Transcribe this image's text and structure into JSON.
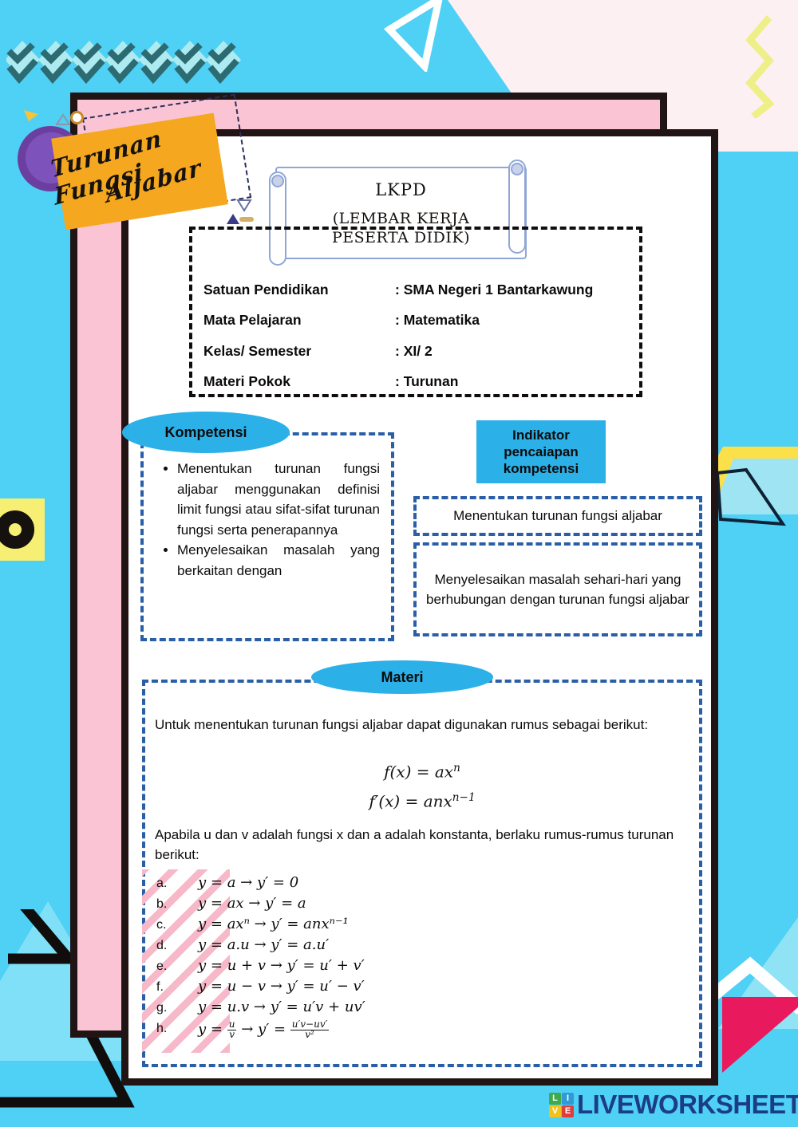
{
  "colors": {
    "background": "#4fd0f5",
    "card_pink": "#fbc4d4",
    "accent_blue": "#2bb0e8",
    "dashed_blue": "#2a5fa8",
    "sticker_orange": "#f5a81f",
    "purple": "#6b3fa0",
    "crimson": "#e8195c",
    "yellow": "#fbe04a",
    "logo_blue": "#1b3d87"
  },
  "sticker": {
    "line1": "Turunan Fungsi",
    "line2": "Aljabar"
  },
  "scroll_banner": {
    "title": "LKPD",
    "subtitle_line1": "(LEMBAR KERJA",
    "subtitle_line2": "PESERTA DIDIK)"
  },
  "info": {
    "rows": [
      {
        "label": "Satuan Pendidikan",
        "value": ": SMA Negeri 1 Bantarkawung"
      },
      {
        "label": "Mata Pelajaran",
        "value": ": Matematika"
      },
      {
        "label": "Kelas/ Semester",
        "value": ": XI/ 2"
      },
      {
        "label": "Materi Pokok",
        "value": ": Turunan"
      }
    ]
  },
  "kompetensi": {
    "heading": "Kompetensi",
    "items": [
      "Menentukan turunan fungsi aljabar menggunakan definisi limit fungsi atau sifat-sifat turunan fungsi serta penerapannya",
      "Menyelesaikan masalah yang berkaitan dengan"
    ]
  },
  "indikator": {
    "heading_line1": "Indikator",
    "heading_line2": "pencaiapan",
    "heading_line3": "kompetensi",
    "item1": "Menentukan turunan fungsi aljabar",
    "item2": "Menyelesaikan masalah sehari-hari yang berhubungan dengan turunan fungsi aljabar"
  },
  "materi": {
    "heading": "Materi",
    "paragraph1": "Untuk menentukan turunan fungsi aljabar dapat digunakan rumus sebagai berikut:",
    "formula1": "f(x) = ax",
    "formula1_sup": "n",
    "formula2": "f′(x) = anx",
    "formula2_sup": "n−1",
    "paragraph2": "Apabila u dan v adalah fungsi x dan a adalah konstanta, berlaku rumus-rumus turunan berikut:",
    "rules": [
      {
        "label": "a.",
        "equation": "y = a → y′ = 0"
      },
      {
        "label": "b.",
        "equation": "y = ax → y′ = a"
      },
      {
        "label": "c.",
        "equation": "y = axⁿ → y′ = anxⁿ⁻¹"
      },
      {
        "label": "d.",
        "equation": "y = a.u → y′ = a.u′"
      },
      {
        "label": "e.",
        "equation": "y = u + v → y′ = u′ + v′"
      },
      {
        "label": "f.",
        "equation": "y = u − v → y′ = u′ − v′"
      },
      {
        "label": "g.",
        "equation": "y = u.v → y′ = u′v + uv′"
      }
    ],
    "rule_h": {
      "label": "h.",
      "lhs": "y =",
      "frac1_num": "u",
      "frac1_den": "v",
      "mid": "→ y′ =",
      "frac2_num": "u′v−uv′",
      "frac2_den": "v²"
    }
  },
  "footer": {
    "tiles": [
      {
        "letter": "L",
        "color": "#3faa4b"
      },
      {
        "letter": "I",
        "color": "#2e9bd6"
      },
      {
        "letter": "V",
        "color": "#f2c21a"
      },
      {
        "letter": "E",
        "color": "#e23b3b"
      }
    ],
    "brand": "LIVEWORKSHEETS"
  }
}
